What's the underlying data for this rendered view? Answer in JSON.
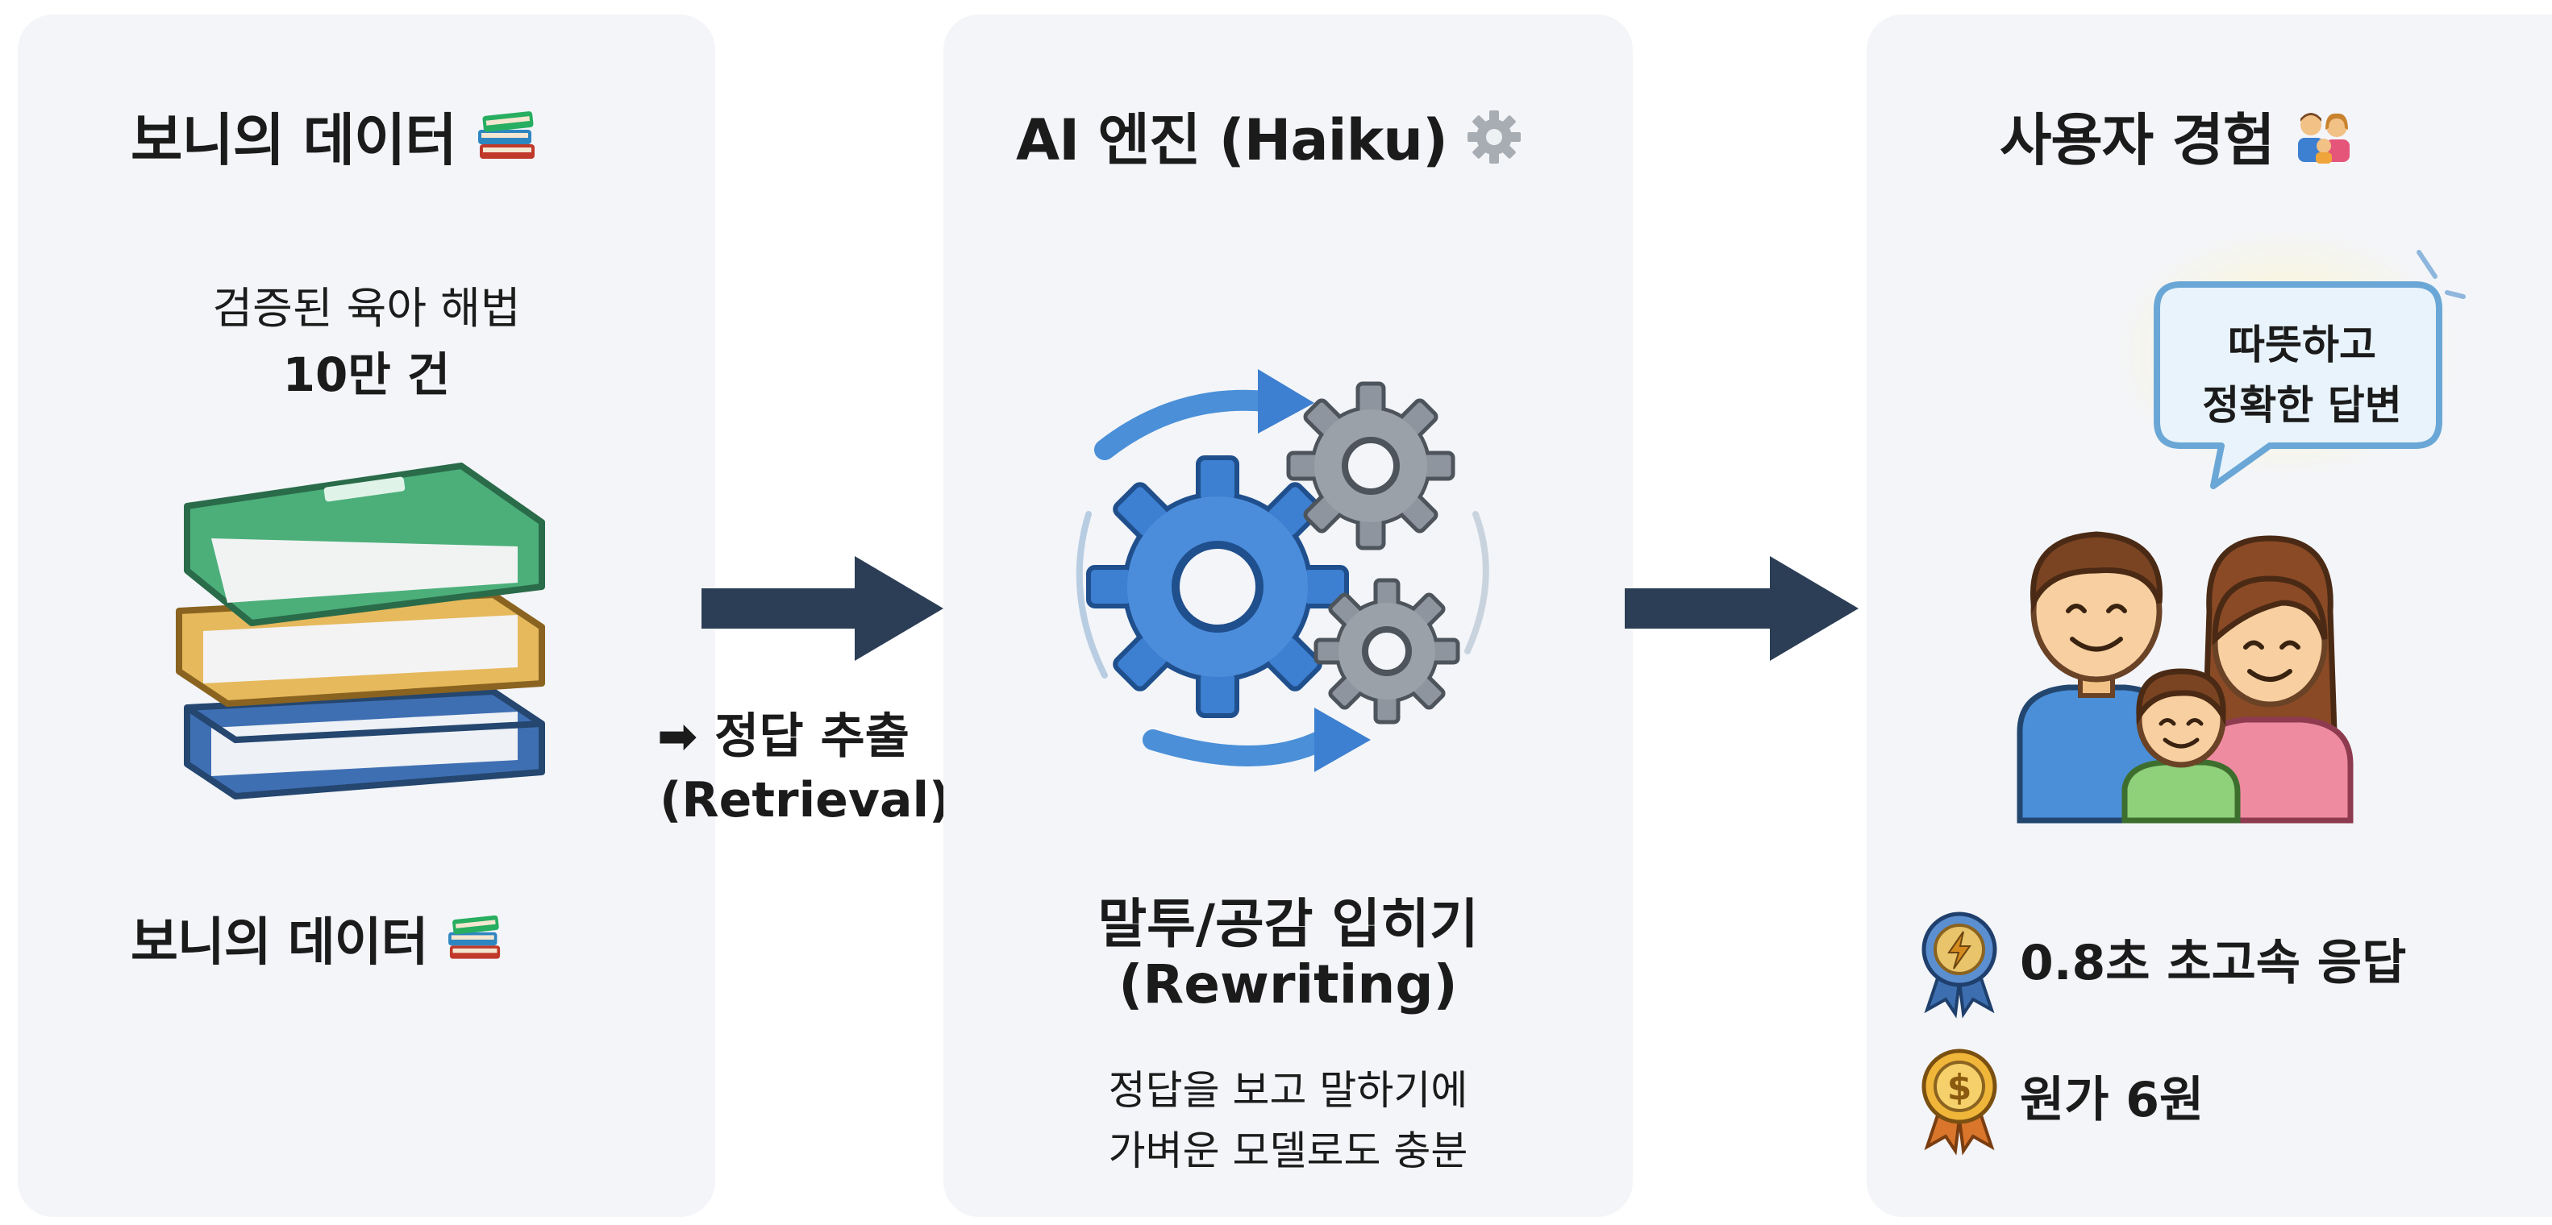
{
  "data_panel": {
    "title": "보니의 데이터",
    "subtitle_line1": "검증된 육아 해법",
    "subtitle_line2": "10만 건",
    "footer": "보니의 데이터"
  },
  "retrieval_step": {
    "label": "➡ 정답 추출",
    "label_en": "(Retrieval)"
  },
  "engine_panel": {
    "title": "AI 엔진 (Haiku)",
    "heading": "말투/공감 입히기",
    "heading_en": "(Rewriting)",
    "desc_line1": "정답을 보고 말하기에",
    "desc_line2": "가벼운 모델로도 충분"
  },
  "experience_panel": {
    "title": "사용자 경험",
    "bubble_line1": "따뜻하고",
    "bubble_line2": "정확한 답변",
    "feature_speed": "0.8초 초고속 응답",
    "feature_cost": "원가 6원"
  },
  "icons": {
    "books": "books-icon",
    "gear": "gear-icon",
    "family": "family-icon",
    "lightning_badge": "lightning-badge-icon",
    "dollar_badge": "dollar-badge-icon"
  },
  "colors": {
    "arrow": "#2c3e56",
    "gear_blue": "#3d7fd0",
    "gear_gray": "#8e959e",
    "bubble_border": "#6aa7d6"
  }
}
